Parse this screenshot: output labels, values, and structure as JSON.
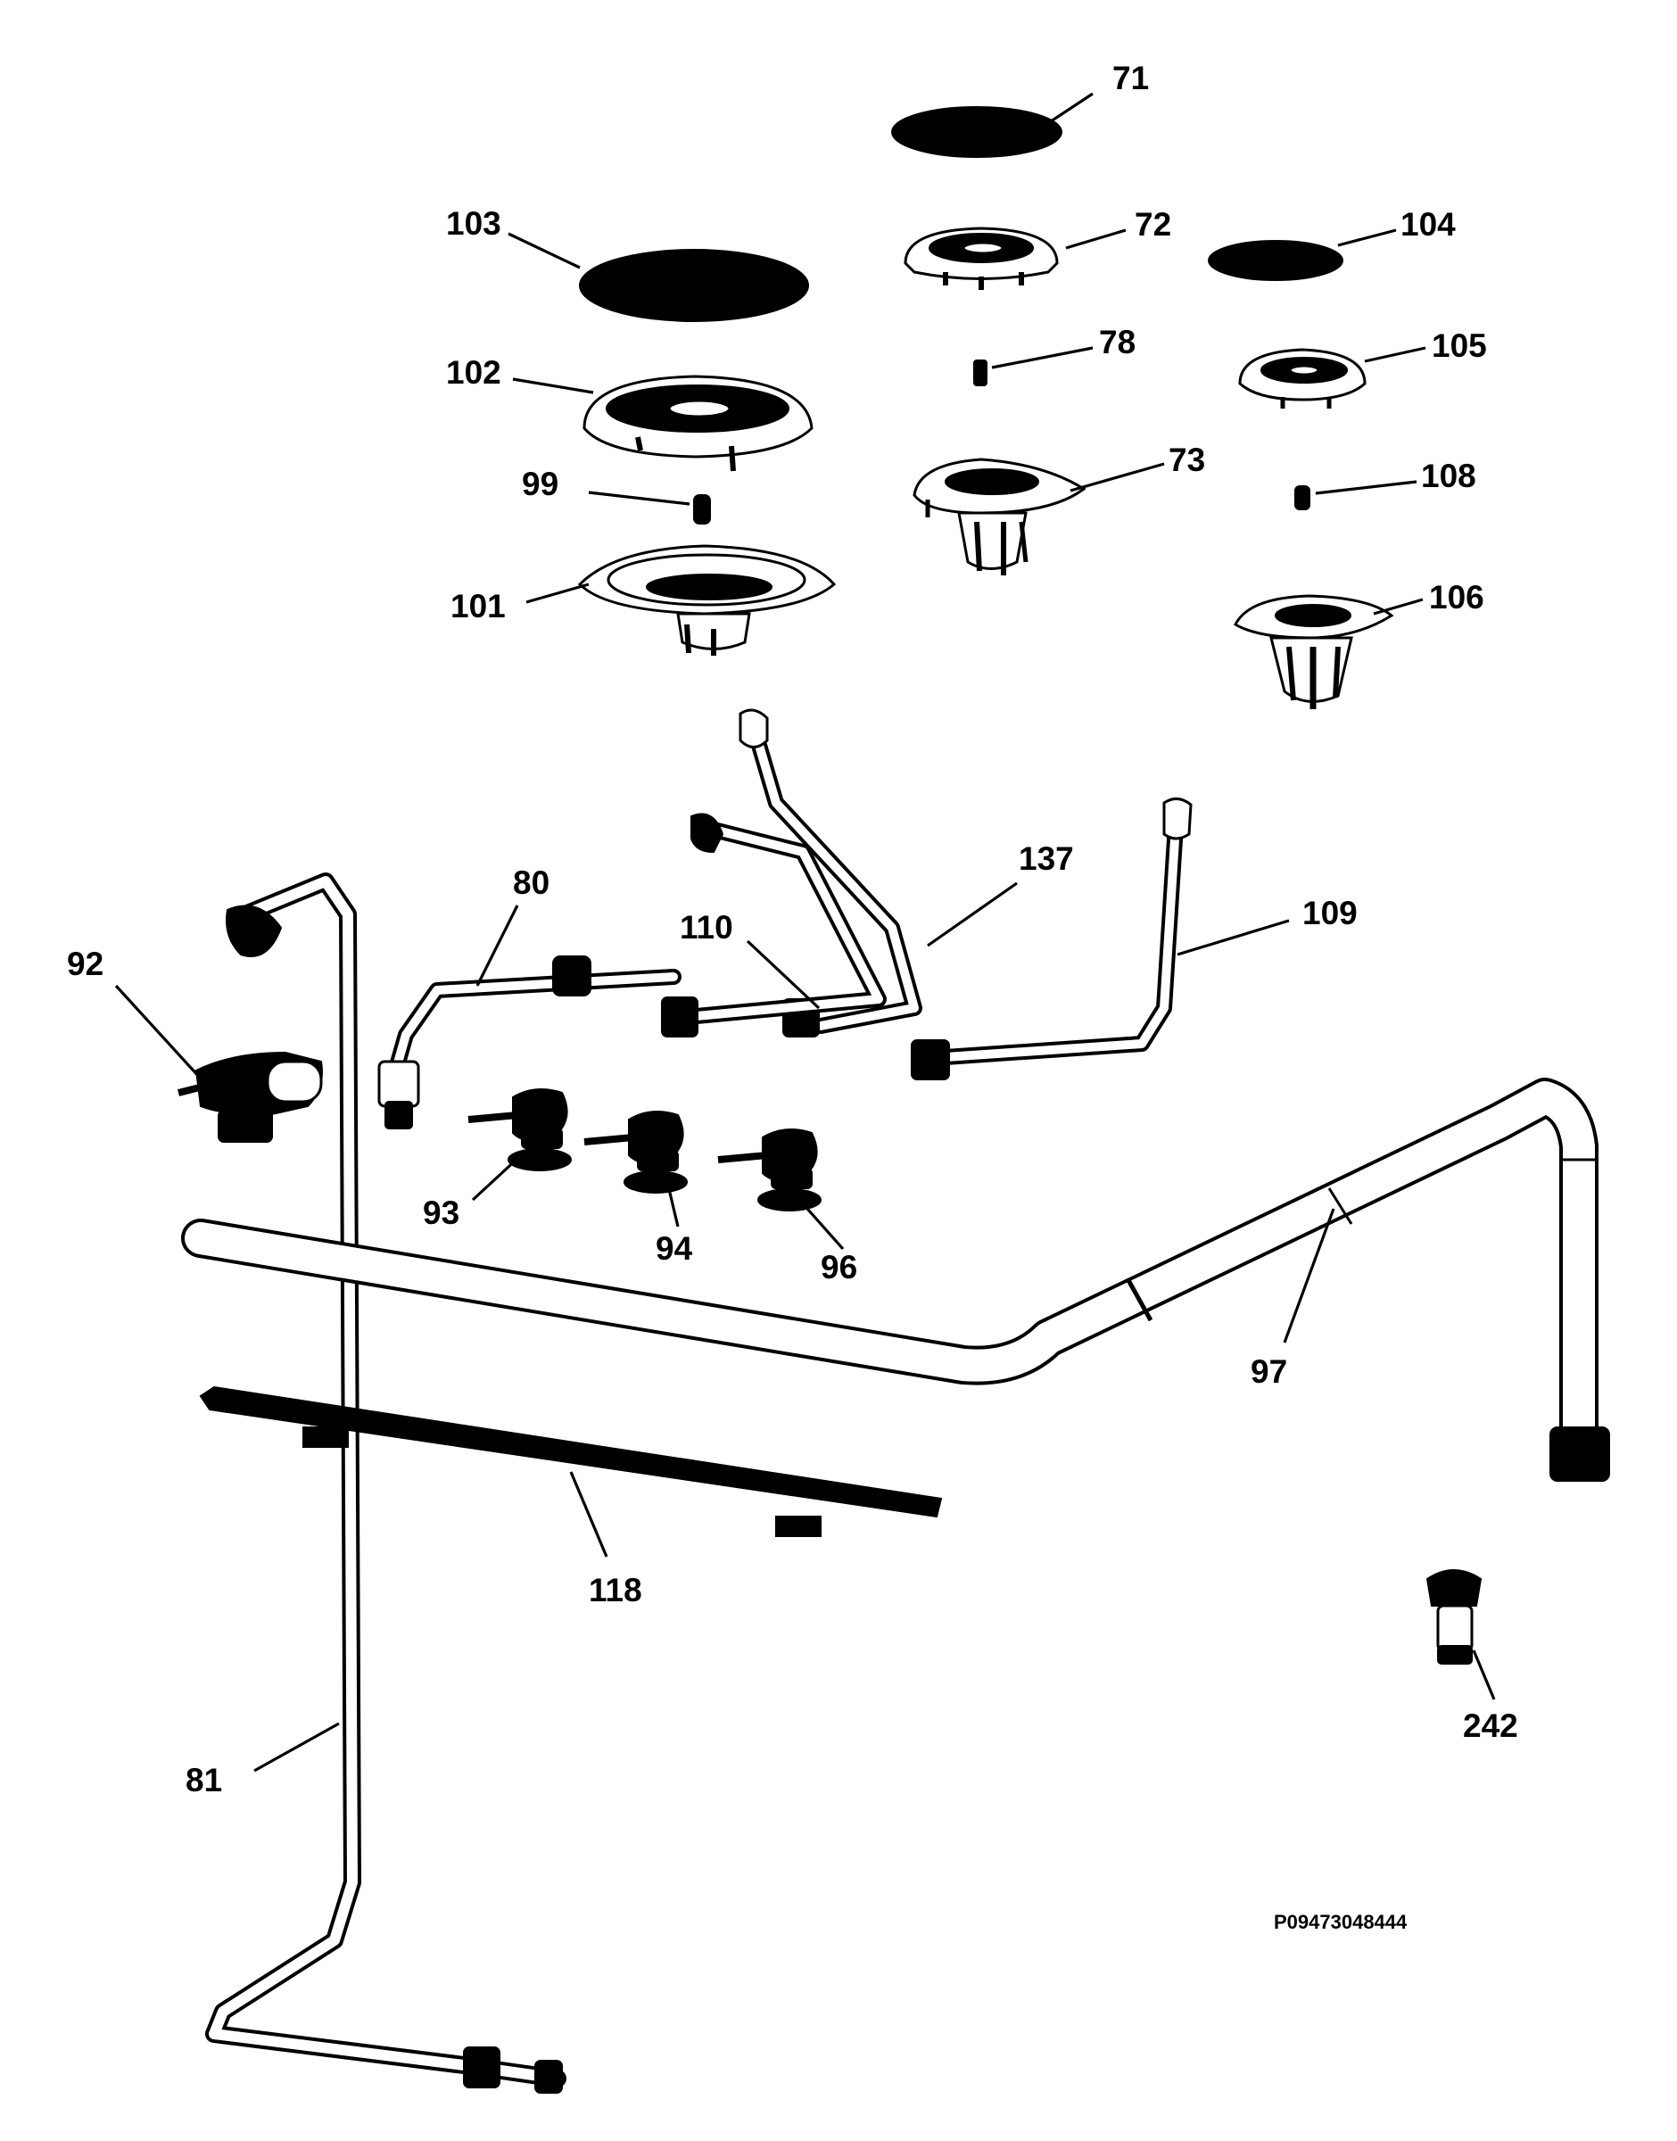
{
  "diagram": {
    "drawing_code": "P09473048444",
    "parts": [
      {
        "id": "p71",
        "label": "71"
      },
      {
        "id": "p72",
        "label": "72"
      },
      {
        "id": "p73",
        "label": "73"
      },
      {
        "id": "p78",
        "label": "78"
      },
      {
        "id": "p80",
        "label": "80"
      },
      {
        "id": "p81",
        "label": "81"
      },
      {
        "id": "p92",
        "label": "92"
      },
      {
        "id": "p93",
        "label": "93"
      },
      {
        "id": "p94",
        "label": "94"
      },
      {
        "id": "p96",
        "label": "96"
      },
      {
        "id": "p97",
        "label": "97"
      },
      {
        "id": "p99",
        "label": "99"
      },
      {
        "id": "p101",
        "label": "101"
      },
      {
        "id": "p102",
        "label": "102"
      },
      {
        "id": "p103",
        "label": "103"
      },
      {
        "id": "p104",
        "label": "104"
      },
      {
        "id": "p105",
        "label": "105"
      },
      {
        "id": "p106",
        "label": "106"
      },
      {
        "id": "p108",
        "label": "108"
      },
      {
        "id": "p109",
        "label": "109"
      },
      {
        "id": "p110",
        "label": "110"
      },
      {
        "id": "p118",
        "label": "118"
      },
      {
        "id": "p137",
        "label": "137"
      },
      {
        "id": "p242",
        "label": "242"
      }
    ]
  }
}
